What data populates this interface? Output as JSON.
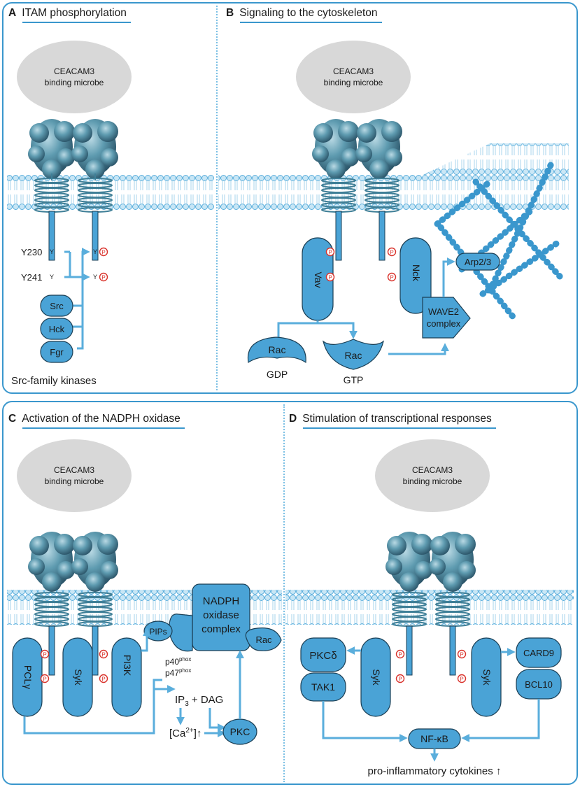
{
  "panels": {
    "a": {
      "letter": "A",
      "title": "ITAM phosphorylation"
    },
    "b": {
      "letter": "B",
      "title": "Signaling to the cytoskeleton"
    },
    "c": {
      "letter": "C",
      "title": "Activation of the NADPH oxidase"
    },
    "d": {
      "letter": "D",
      "title": "Stimulation of transcriptional responses"
    }
  },
  "microbe_label": [
    "CEACAM3",
    "binding microbe"
  ],
  "tyrosine": "Y",
  "phospho": "P",
  "panel_a": {
    "y230": "Y230",
    "y241": "Y241",
    "kinases": [
      "Src",
      "Hck",
      "Fgr"
    ],
    "footer": "Src-family kinases"
  },
  "panel_b": {
    "vav": "Vav",
    "nck": "Nck",
    "arp": "Arp2/3",
    "wave": [
      "WAVE2",
      "complex"
    ],
    "rac": "Rac",
    "gdp": "GDP",
    "gtp": "GTP"
  },
  "panel_c": {
    "nadph": [
      "NADPH",
      "oxidase",
      "complex"
    ],
    "pips": "PIPs",
    "plcg": "PCLγ",
    "syk": "Syk",
    "pi3k": "PI3K",
    "p40": "p40",
    "p47": "p47",
    "phox": "phox",
    "ip3": "IP",
    "ip3_sub": "3",
    "dag": " + DAG",
    "ca_open": "[Ca",
    "ca_sup": "2+",
    "ca_close": "]↑",
    "pkc": "PKC",
    "rac": "Rac"
  },
  "panel_d": {
    "pkcd": "PKCδ",
    "tak1": "TAK1",
    "syk": "Syk",
    "card9": "CARD9",
    "bcl10": "BCL10",
    "nfkb": "NF-κB",
    "output": "pro-inflammatory cytokines ↑"
  },
  "colors": {
    "accent": "#3a97cd",
    "protein_fill": "#4aa3d6",
    "protein_stroke": "#1b3f55",
    "microbe": "#d8d8d8",
    "receptor": "#3f7f97",
    "phospho": "#d9322b"
  }
}
